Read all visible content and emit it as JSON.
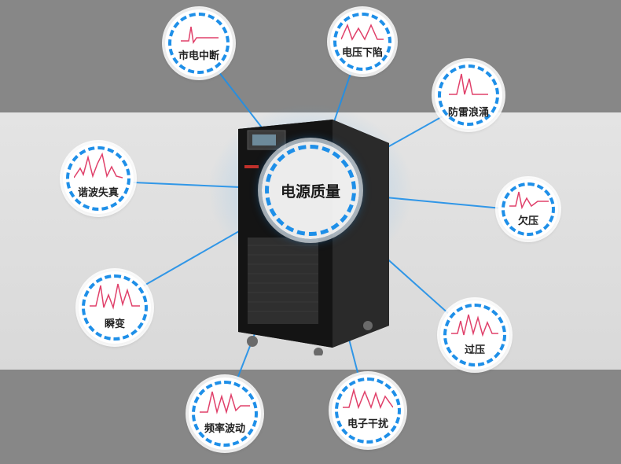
{
  "center_label": "电源质量",
  "nodes": [
    {
      "id": "mains-outage",
      "label": "市电中断"
    },
    {
      "id": "voltage-sag",
      "label": "电压下陷"
    },
    {
      "id": "surge",
      "label": "防雷浪涌"
    },
    {
      "id": "harmonic",
      "label": "谐波失真"
    },
    {
      "id": "undervoltage",
      "label": "欠压"
    },
    {
      "id": "transient",
      "label": "瞬变"
    },
    {
      "id": "overvoltage",
      "label": "过压"
    },
    {
      "id": "frequency",
      "label": "频率波动"
    },
    {
      "id": "noise",
      "label": "电子干扰"
    }
  ],
  "colors": {
    "ring": "#1e8fe8",
    "wave": "#e0406a",
    "line": "#1e8fe8"
  }
}
